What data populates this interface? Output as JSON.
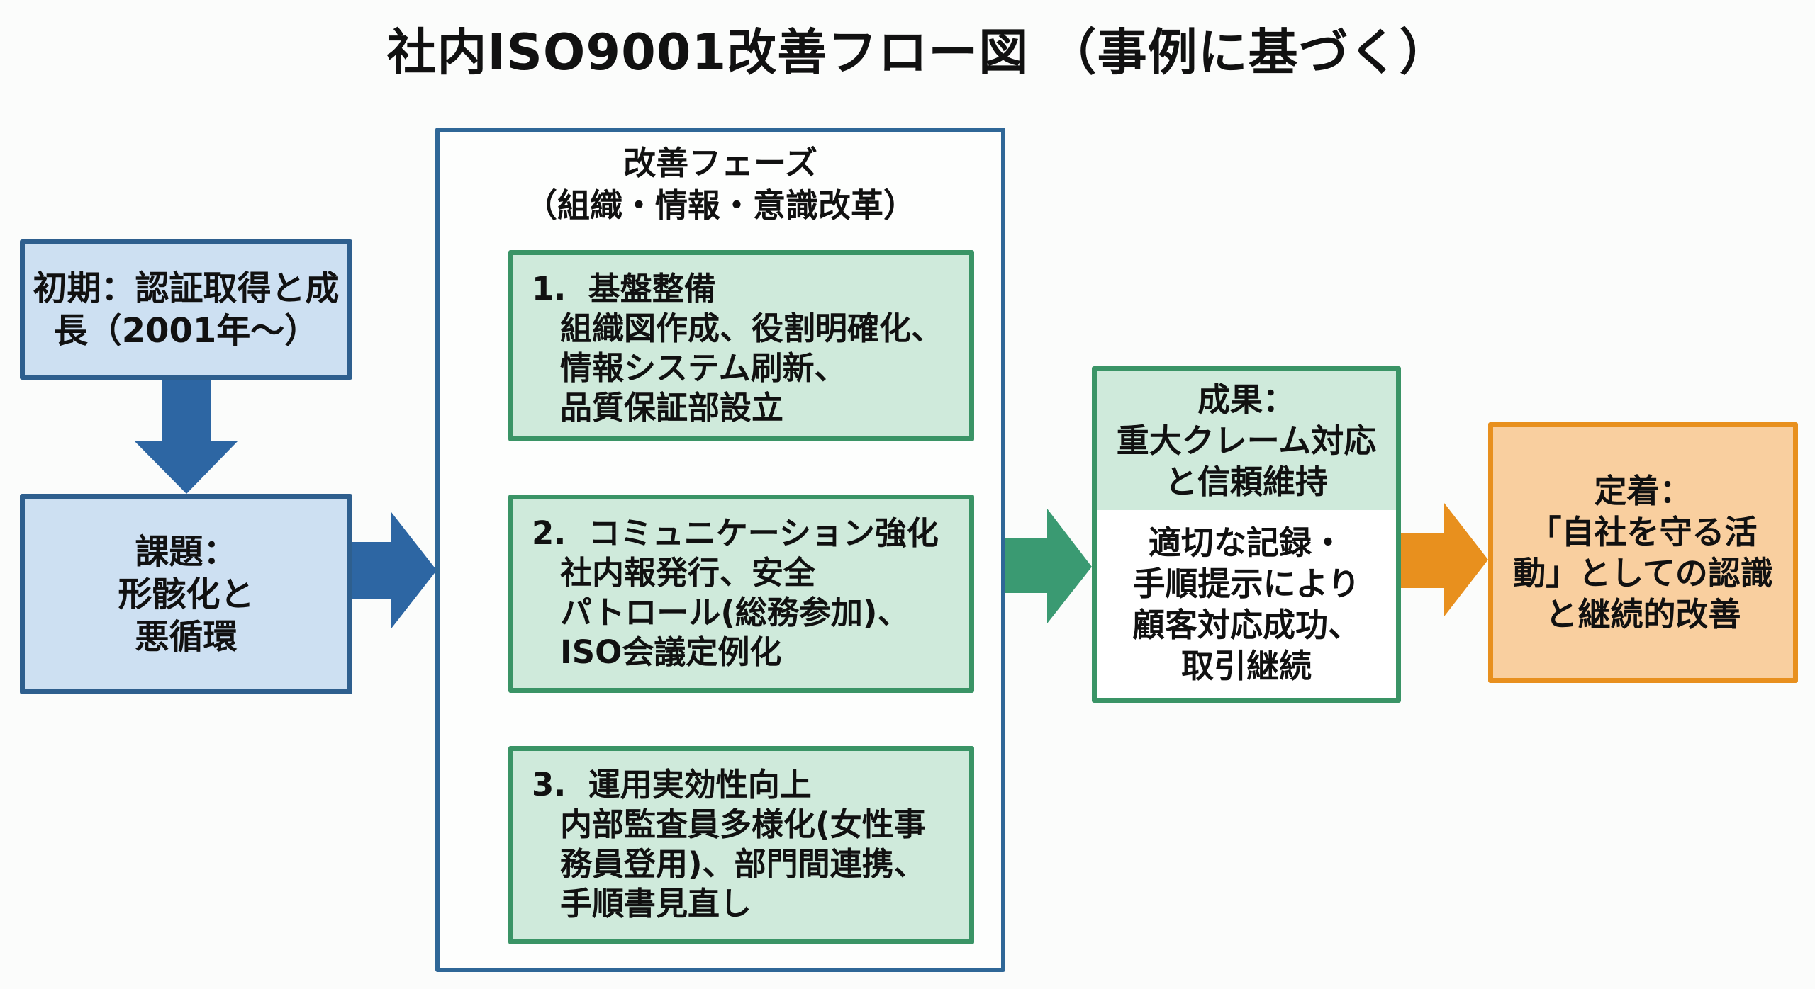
{
  "title": "社内ISO9001改善フロー図 （事例に基づく）",
  "colors": {
    "blue": "#2d66a3",
    "blue_fill": "#cde0f2",
    "green": "#3a9a72",
    "green_fill": "#cfeadb",
    "orange": "#e8901e",
    "orange_fill": "#f9cf9f"
  },
  "initial": {
    "lines": [
      "初期：認証取得と成",
      "長（2001年～）"
    ]
  },
  "issue": {
    "lines": [
      "課題：",
      "形骸化と",
      "悪循環"
    ]
  },
  "phase": {
    "title": "改善フェーズ",
    "subtitle": "（組織・情報・意識改革）",
    "steps": [
      {
        "heading": "1.  基盤整備",
        "lines": [
          "組織図作成、役割明確化、",
          "情報システム刷新、",
          "品質保証部設立"
        ]
      },
      {
        "heading": "2.  コミュニケーション強化",
        "lines": [
          "社内報発行、安全",
          "パトロール(総務参加)、",
          "ISO会議定例化"
        ]
      },
      {
        "heading": "3.  運用実効性向上",
        "lines": [
          "内部監査員多様化(女性事",
          "務員登用)、部門間連携、",
          "手順書見直し"
        ]
      }
    ]
  },
  "outcome": {
    "header_lines": [
      "成果：",
      "重大クレーム対応",
      "と信頼維持"
    ],
    "body_lines": [
      "適切な記録・",
      "手順提示により",
      "顧客対応成功、",
      "取引継続"
    ]
  },
  "final": {
    "lines": [
      "定着：",
      "「自社を守る活",
      "動」としての認識",
      "と継続的改善"
    ]
  }
}
